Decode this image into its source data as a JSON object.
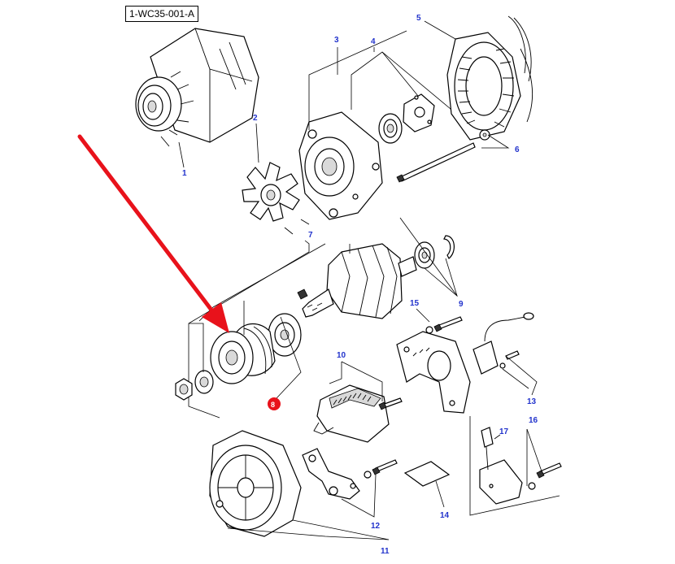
{
  "figure_id": "1-WC35-001-A",
  "highlight_color": "#e8121b",
  "callout_color": "#2233cc",
  "highlighted_item": "8",
  "callouts": {
    "c1": "1",
    "c2": "2",
    "c3": "3",
    "c4": "4",
    "c5": "5",
    "c6": "6",
    "c7": "7",
    "c8": "8",
    "c9": "9",
    "c10": "10",
    "c11": "11",
    "c12": "12",
    "c13": "13",
    "c14": "14",
    "c15": "15",
    "c16": "16",
    "c17": "17"
  }
}
